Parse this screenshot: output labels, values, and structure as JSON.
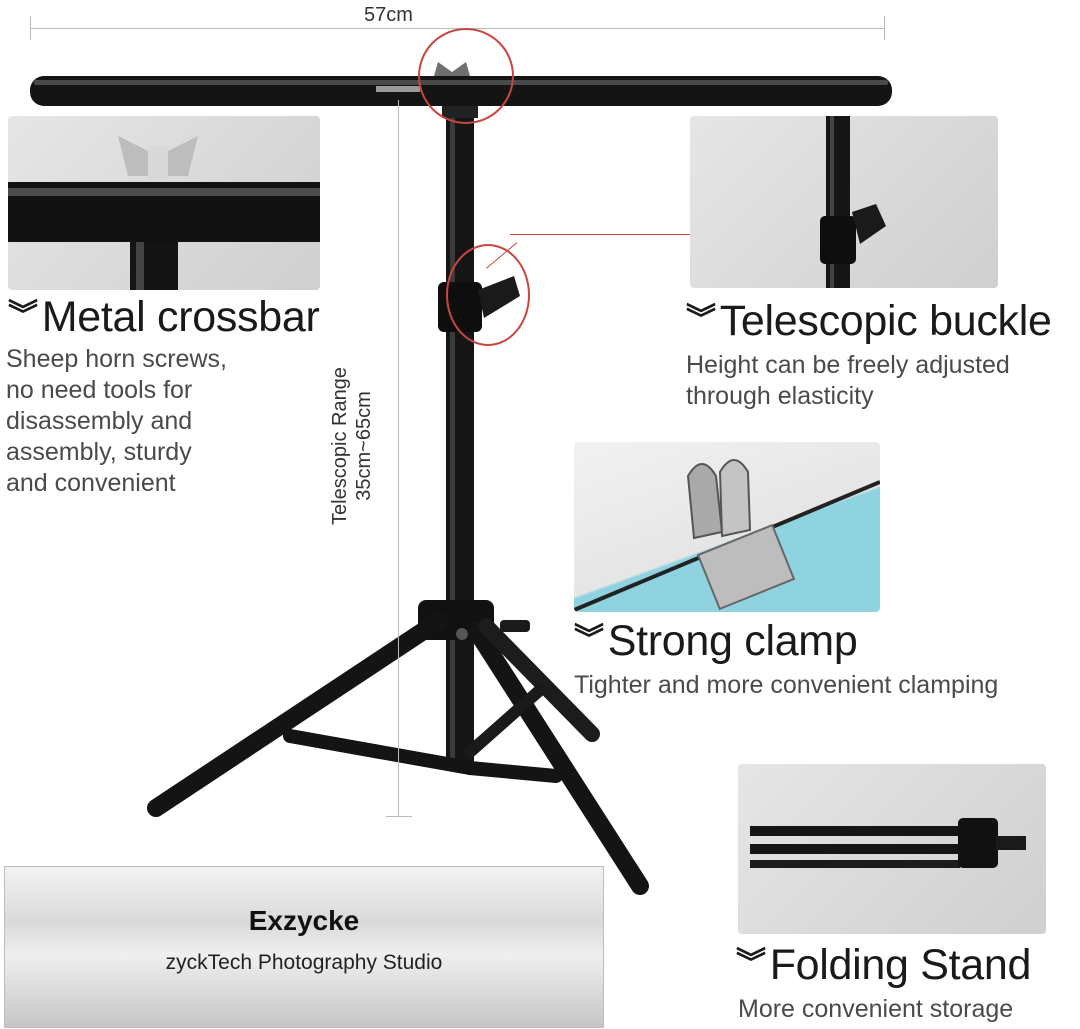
{
  "dimensions": {
    "crossbar_width": "57cm",
    "telescopic_range_label": "Telescopic Range",
    "telescopic_range_value": "35cm~65cm"
  },
  "features": [
    {
      "title": "Metal crossbar",
      "desc": [
        "Sheep horn screws,",
        "no need tools for",
        "disassembly and",
        "assembly, sturdy",
        "and convenient"
      ]
    },
    {
      "title": "Telescopic buckle",
      "desc": [
        "Height can be freely adjusted",
        "through elasticity"
      ]
    },
    {
      "title": "Strong clamp",
      "desc": [
        "Tighter and more convenient clamping"
      ]
    },
    {
      "title": "Folding Stand",
      "desc": [
        "More convenient storage"
      ]
    }
  ],
  "brand": {
    "name": "Exzycke",
    "subtitle": "zyckTech Photography Studio"
  },
  "colors": {
    "accent_red": "#c8463f",
    "text_dark": "#1a1a1a",
    "text_grey": "#4a4a4a",
    "bar_black": "#111111",
    "sky_blue": "#8fd3e0"
  },
  "icons": {
    "title_marker": "double-chevron-down-icon"
  }
}
